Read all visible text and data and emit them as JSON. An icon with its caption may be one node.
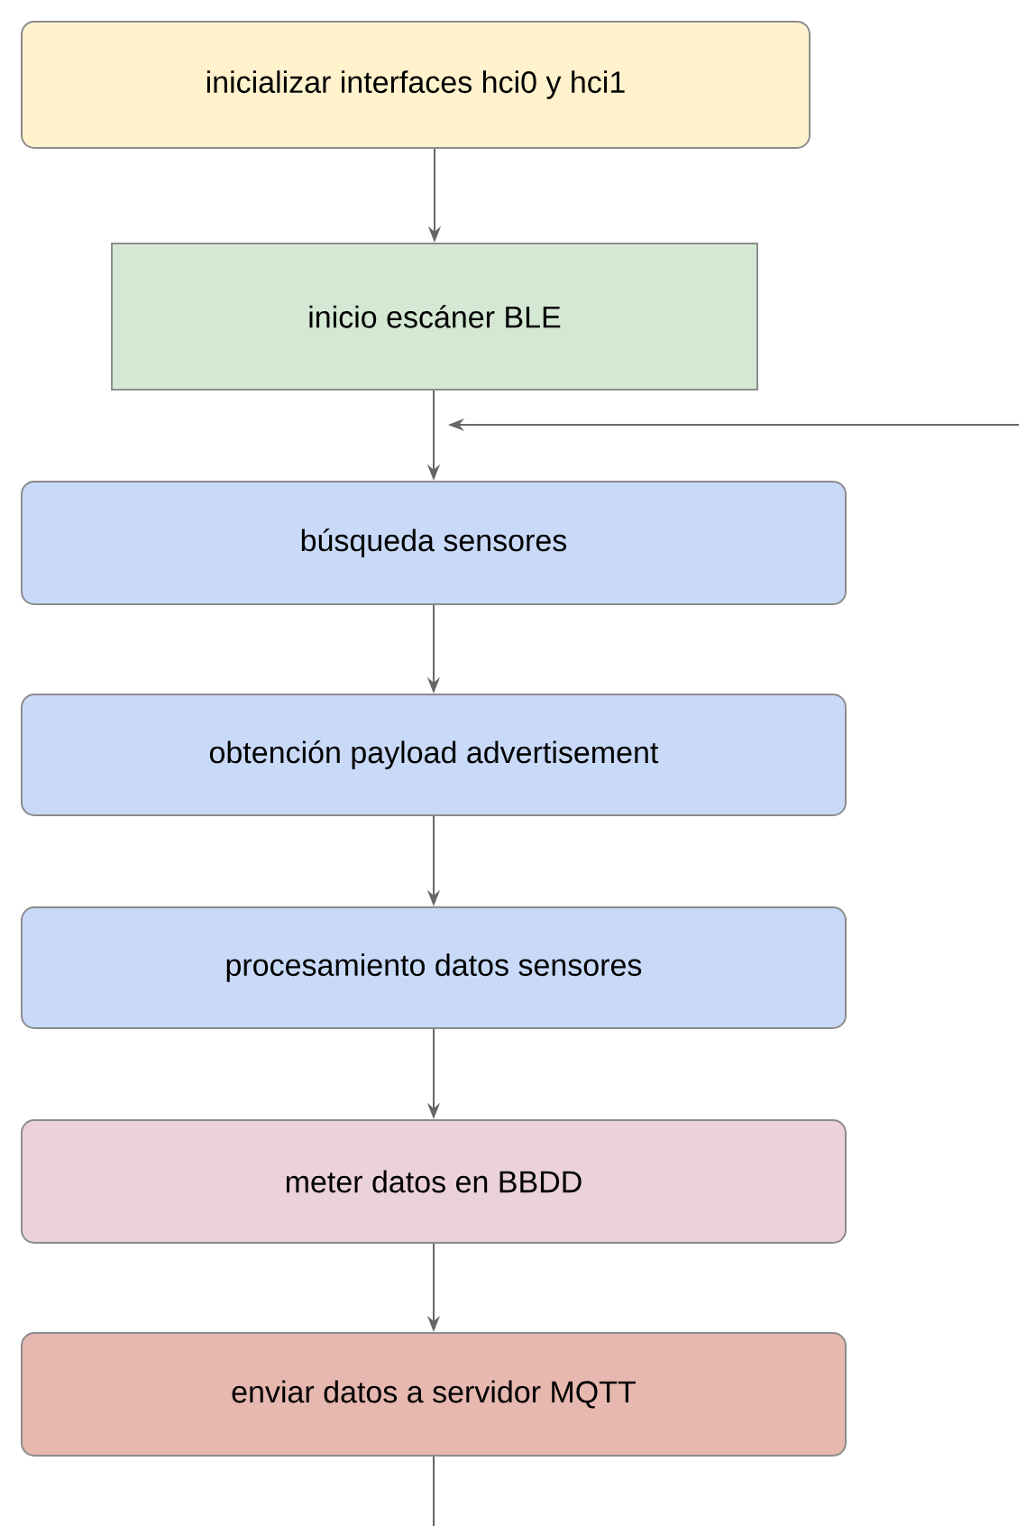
{
  "diagram": {
    "nodes": [
      {
        "text": [
          "inicializar interfaces hci0 y hci1"
        ]
      },
      {
        "text": [
          "inicio escáner BLE"
        ]
      },
      {
        "text": [
          "búsqueda sensores"
        ]
      },
      {
        "text": [
          "obtención payload advertisement"
        ]
      },
      {
        "text": [
          "procesamiento datos sensores"
        ]
      },
      {
        "text": [
          "meter datos en BBDD"
        ]
      },
      {
        "text": [
          "enviar datos a servidor MQTT"
        ]
      }
    ],
    "edges": [
      {
        "from": 0,
        "to": 1,
        "arrow": "to"
      },
      {
        "from": 1,
        "to": 2,
        "arrow": "to"
      },
      {
        "from": null,
        "to": 2,
        "arrow": "to"
      },
      {
        "from": 2,
        "to": 3,
        "arrow": "to"
      },
      {
        "from": 3,
        "to": 4,
        "arrow": "to"
      },
      {
        "from": 4,
        "to": 5,
        "arrow": "to"
      },
      {
        "from": 5,
        "to": 6,
        "arrow": "to"
      },
      {
        "from": 6,
        "to": null,
        "arrow": "none"
      }
    ]
  }
}
